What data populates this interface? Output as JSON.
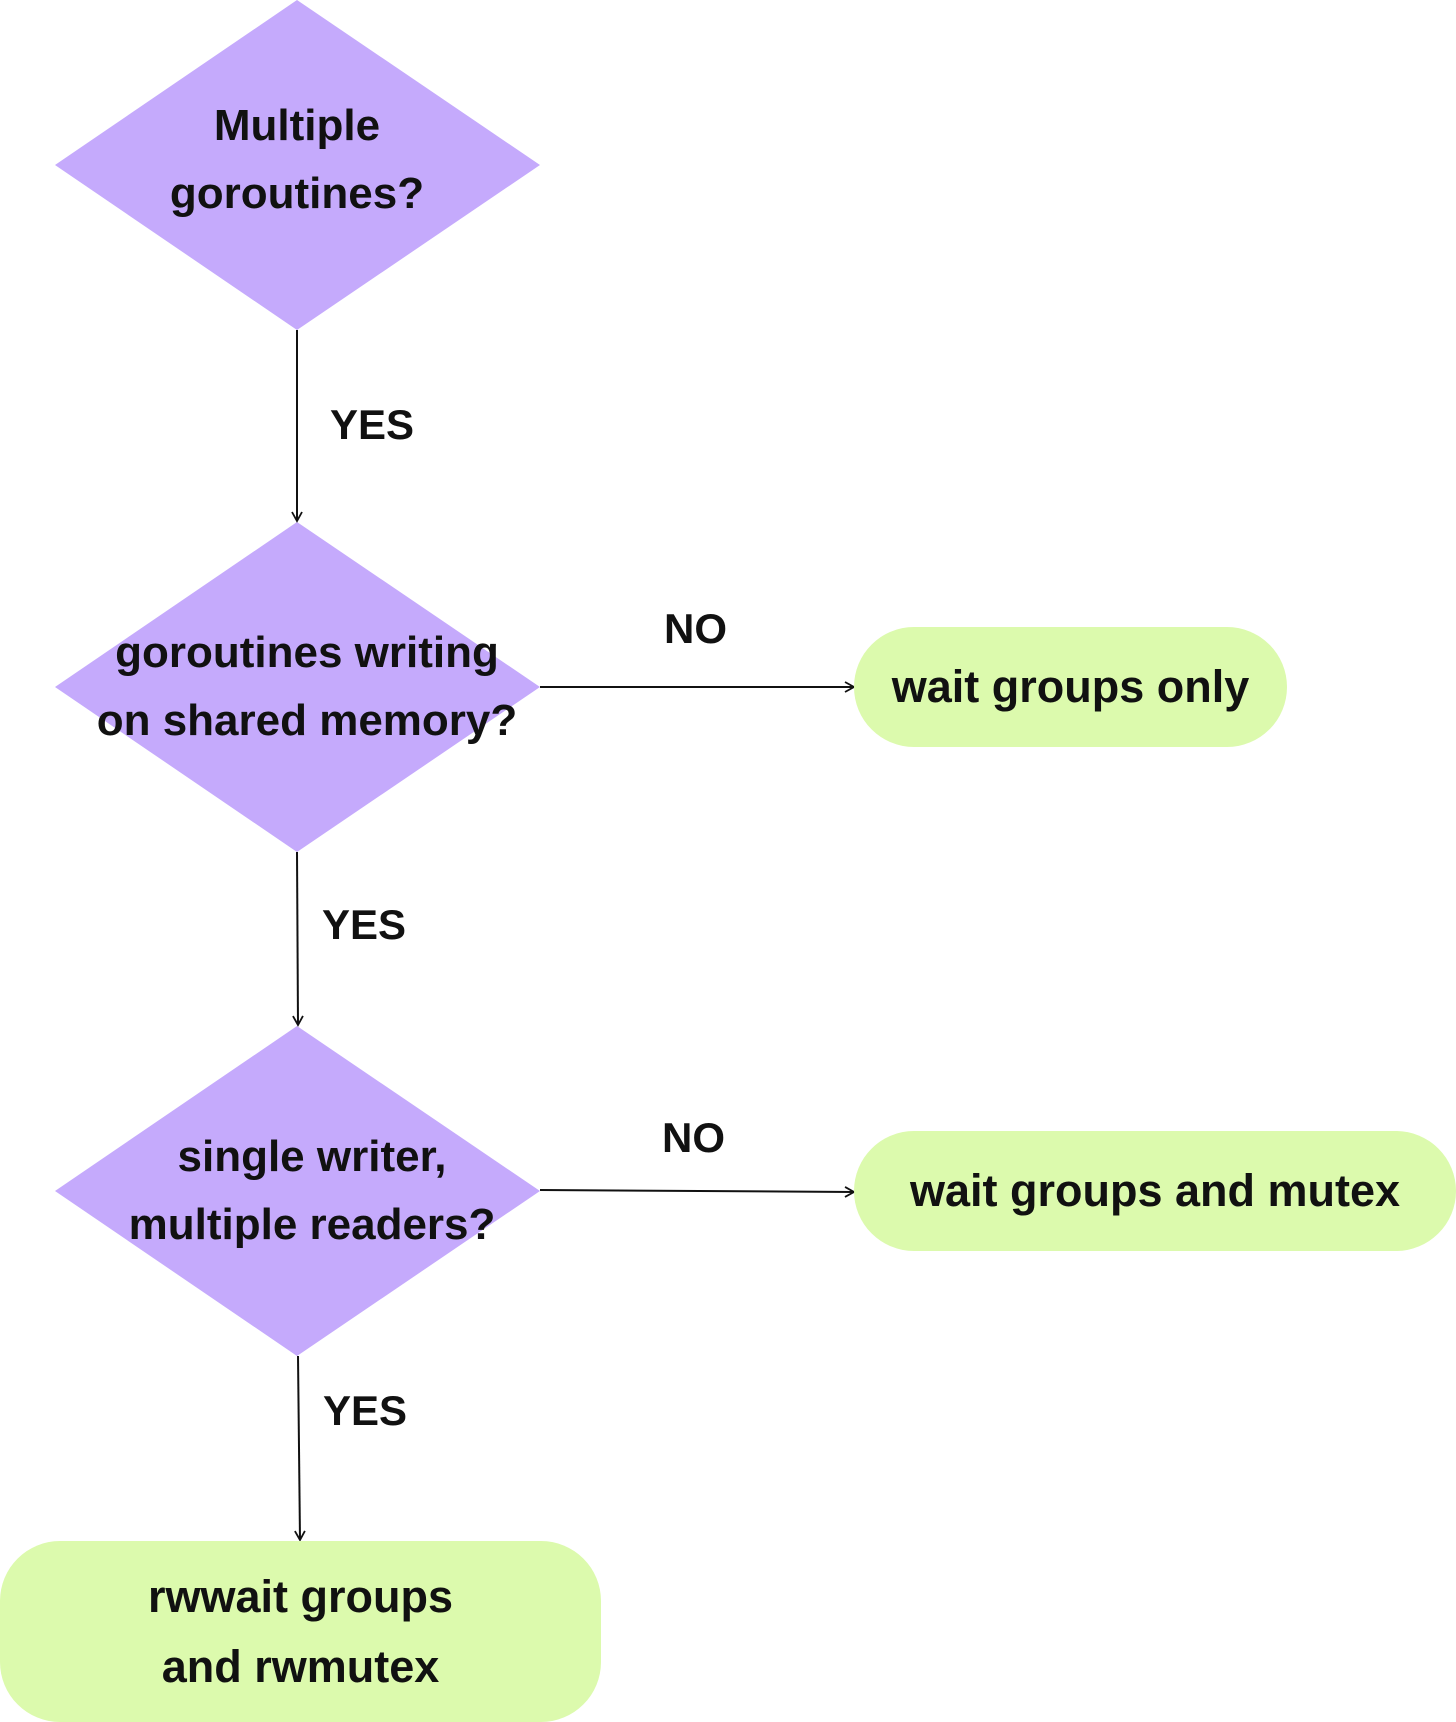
{
  "diagram": {
    "colors": {
      "decision_fill": "#c5aafc",
      "outcome_fill": "#dcfaad",
      "arrow": "#111111",
      "text": "#111111"
    },
    "decisions": [
      {
        "line1": "Multiple",
        "line2": "goroutines?"
      },
      {
        "line1": "goroutines writing",
        "line2": "on shared memory?"
      },
      {
        "line1": "single writer,",
        "line2": "multiple readers?"
      }
    ],
    "outcomes": {
      "no_shared_write": "wait groups only",
      "no_single_writer": "wait groups and mutex",
      "final_line1": "rwwait groups",
      "final_line2": "and rwmutex"
    },
    "edge_labels": {
      "yes_1": "YES",
      "yes_2": "YES",
      "yes_3": "YES",
      "no_1": "NO",
      "no_2": "NO"
    }
  }
}
